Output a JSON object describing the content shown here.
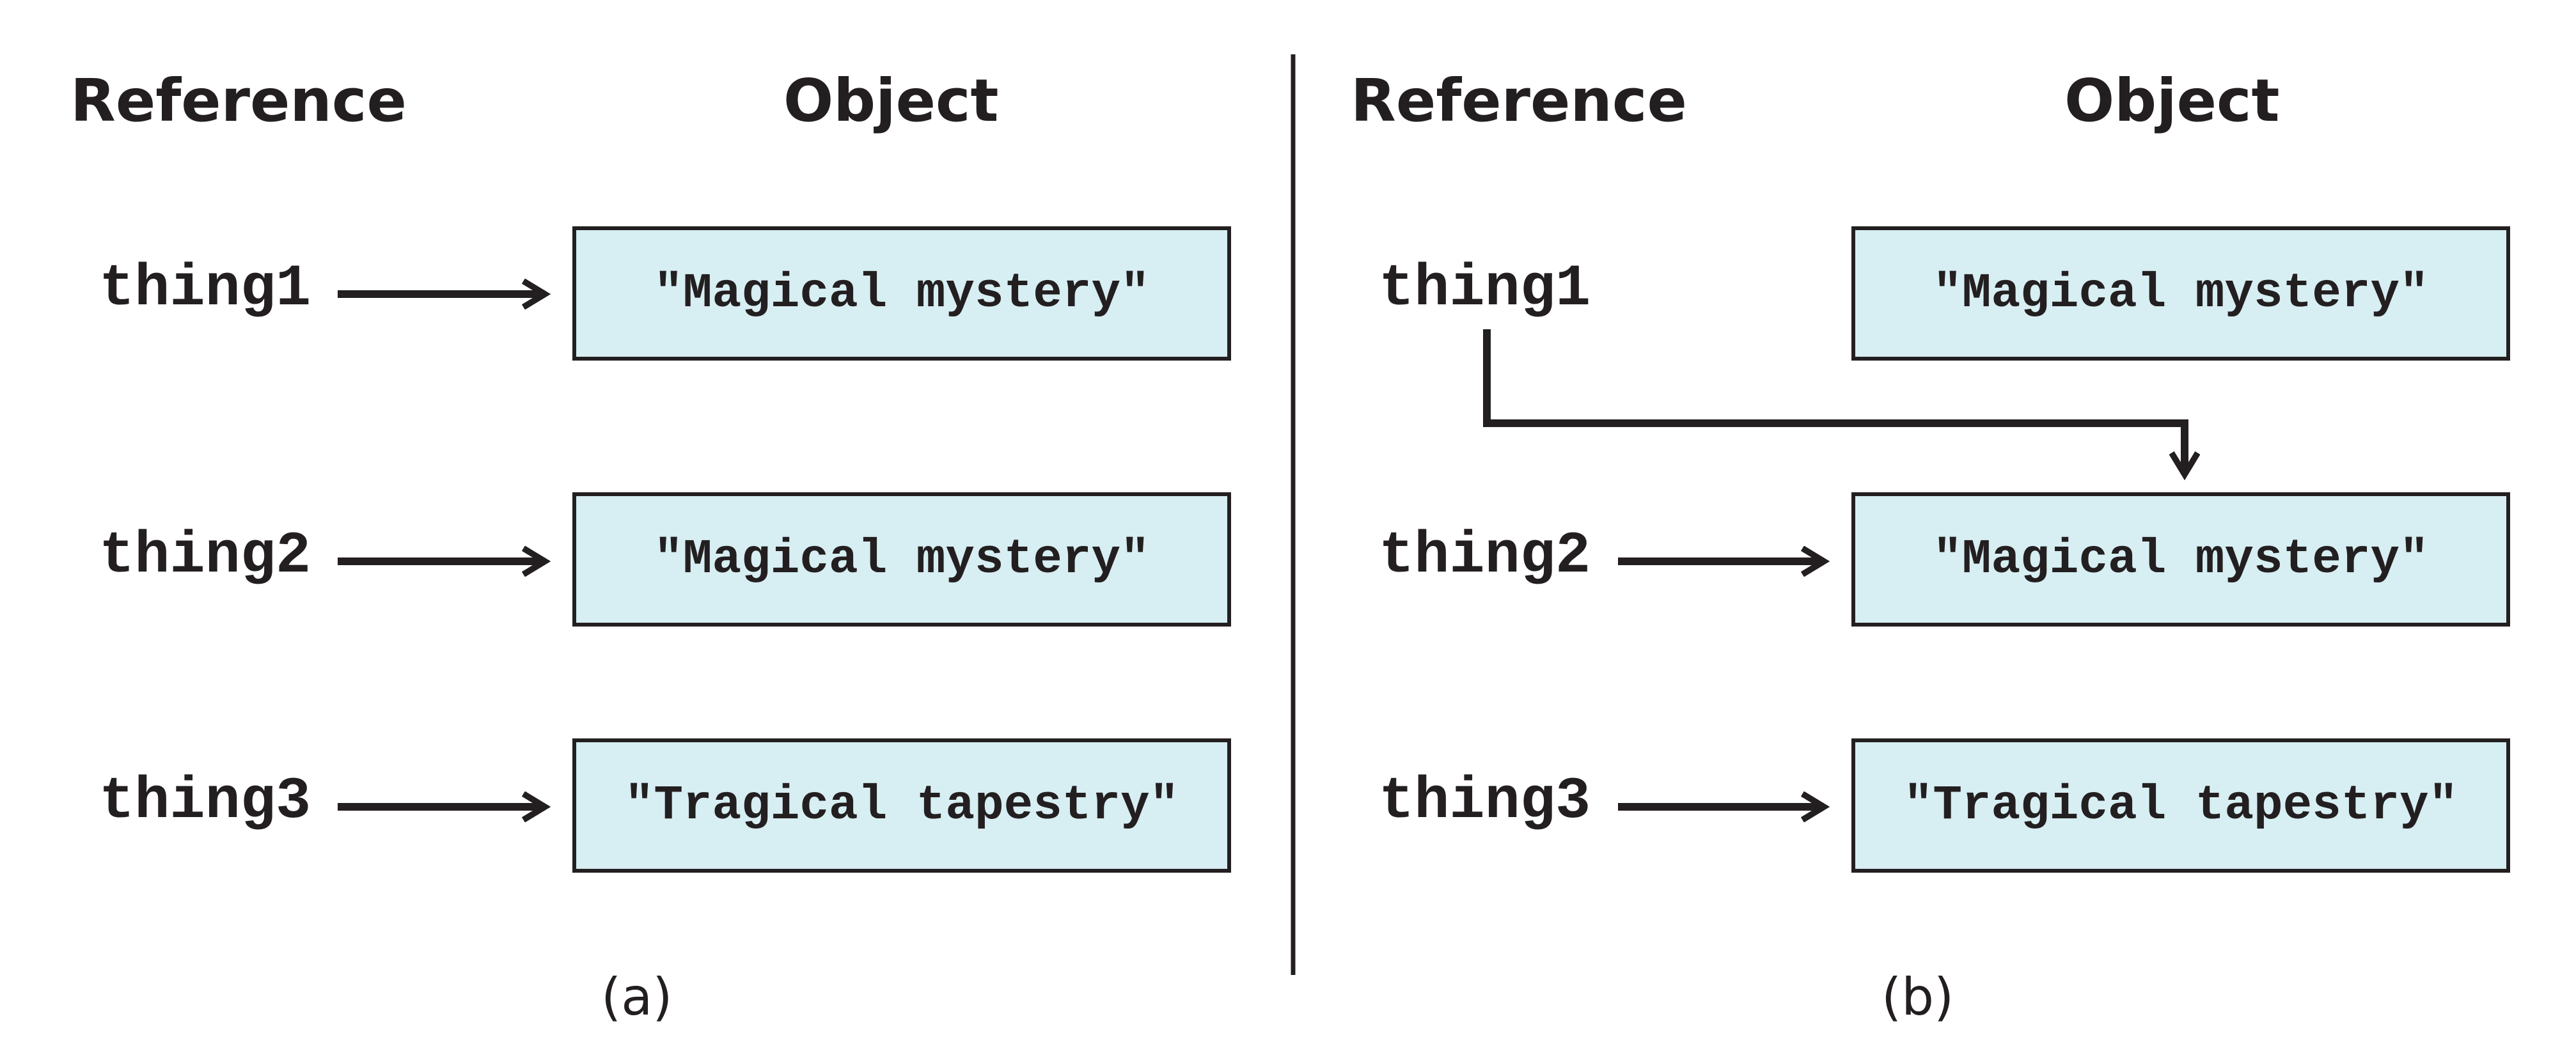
{
  "panel_a": {
    "header_reference": "Reference",
    "header_object": "Object",
    "references": [
      "thing1",
      "thing2",
      "thing3"
    ],
    "objects": [
      "\"Magical mystery\"",
      "\"Magical mystery\"",
      "\"Tragical tapestry\""
    ],
    "caption": "(a)"
  },
  "panel_b": {
    "header_reference": "Reference",
    "header_object": "Object",
    "references": [
      "thing1",
      "thing2",
      "thing3"
    ],
    "objects": [
      "\"Magical mystery\"",
      "\"Magical mystery\"",
      "\"Tragical tapestry\""
    ],
    "caption": "(b)"
  },
  "colors": {
    "box_fill": "#d7eef2",
    "ink": "#231f20"
  }
}
